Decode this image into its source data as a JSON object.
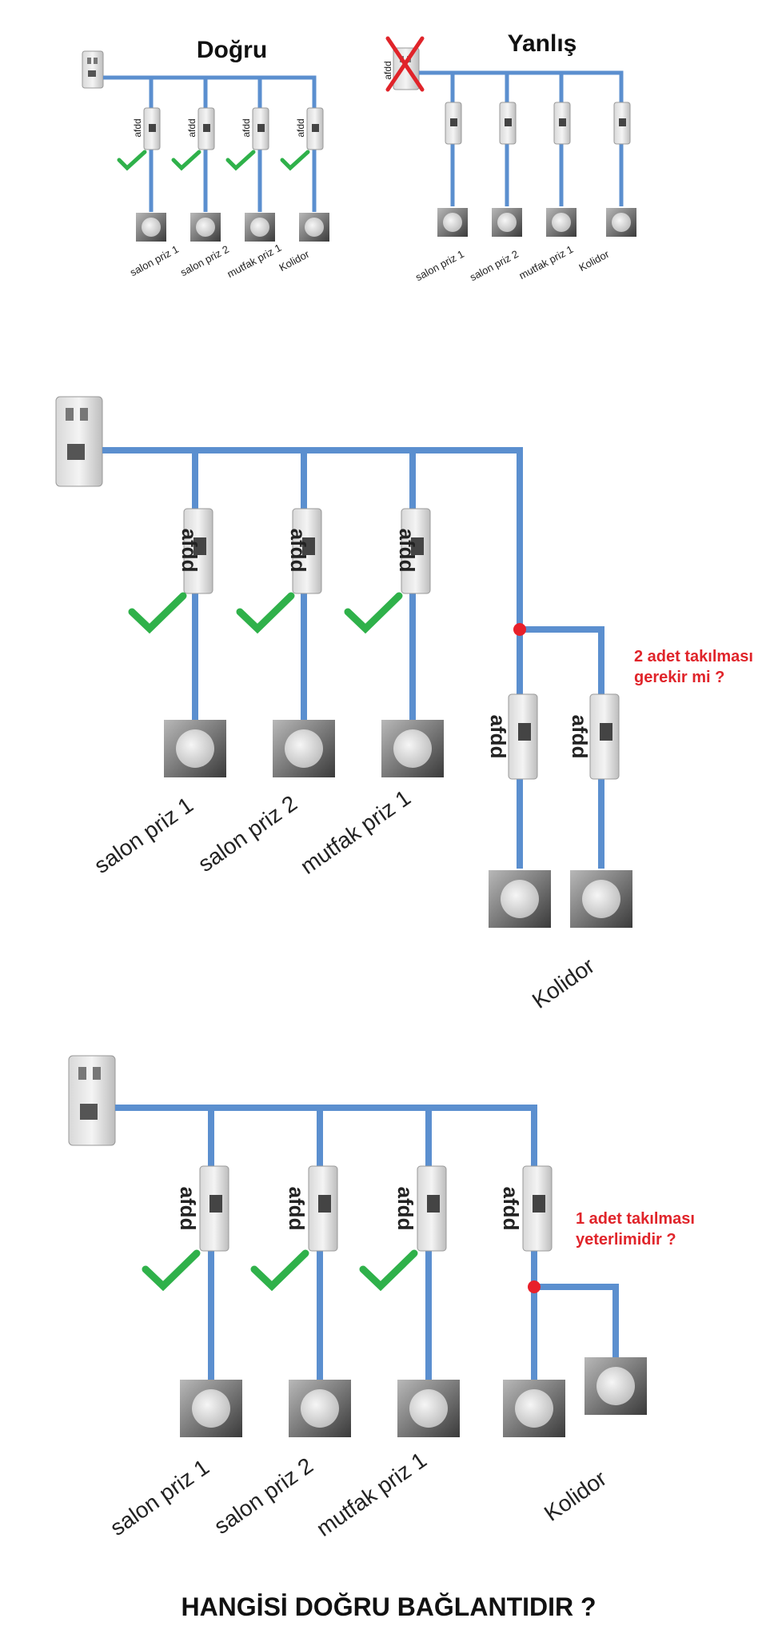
{
  "top_left": {
    "title": "Doğru",
    "breaker_label": "afdd",
    "outlets": [
      "salon priz 1",
      "salon priz 2",
      "mutfak  priz 1",
      "Kolidor"
    ]
  },
  "top_right": {
    "title": "Yanlış",
    "main_label": "afdd",
    "outlets": [
      "salon priz 1",
      "salon priz 2",
      "mutfak  priz 1",
      "Kolidor"
    ]
  },
  "middle": {
    "breaker_label": "afdd",
    "outlets": [
      "salon priz 1",
      "salon priz 2",
      "mutfak  priz 1",
      "Kolidor"
    ],
    "question": [
      "2 adet takılması",
      "gerekir mi ?"
    ]
  },
  "bottom": {
    "breaker_label": "afdd",
    "outlets": [
      "salon priz 1",
      "salon priz 2",
      "mutfak  priz 1",
      "Kolidor"
    ],
    "question": [
      "1 adet takılması",
      "yeterlimidir ?"
    ]
  },
  "footer": {
    "question": "HANGİSİ DOĞRU BAĞLANTIDIR ?"
  },
  "colors": {
    "wire": "#5b8fcf",
    "check": "#2fb14a",
    "cross": "#e0242a",
    "node": "#e8202a",
    "question": "#e0242a"
  }
}
